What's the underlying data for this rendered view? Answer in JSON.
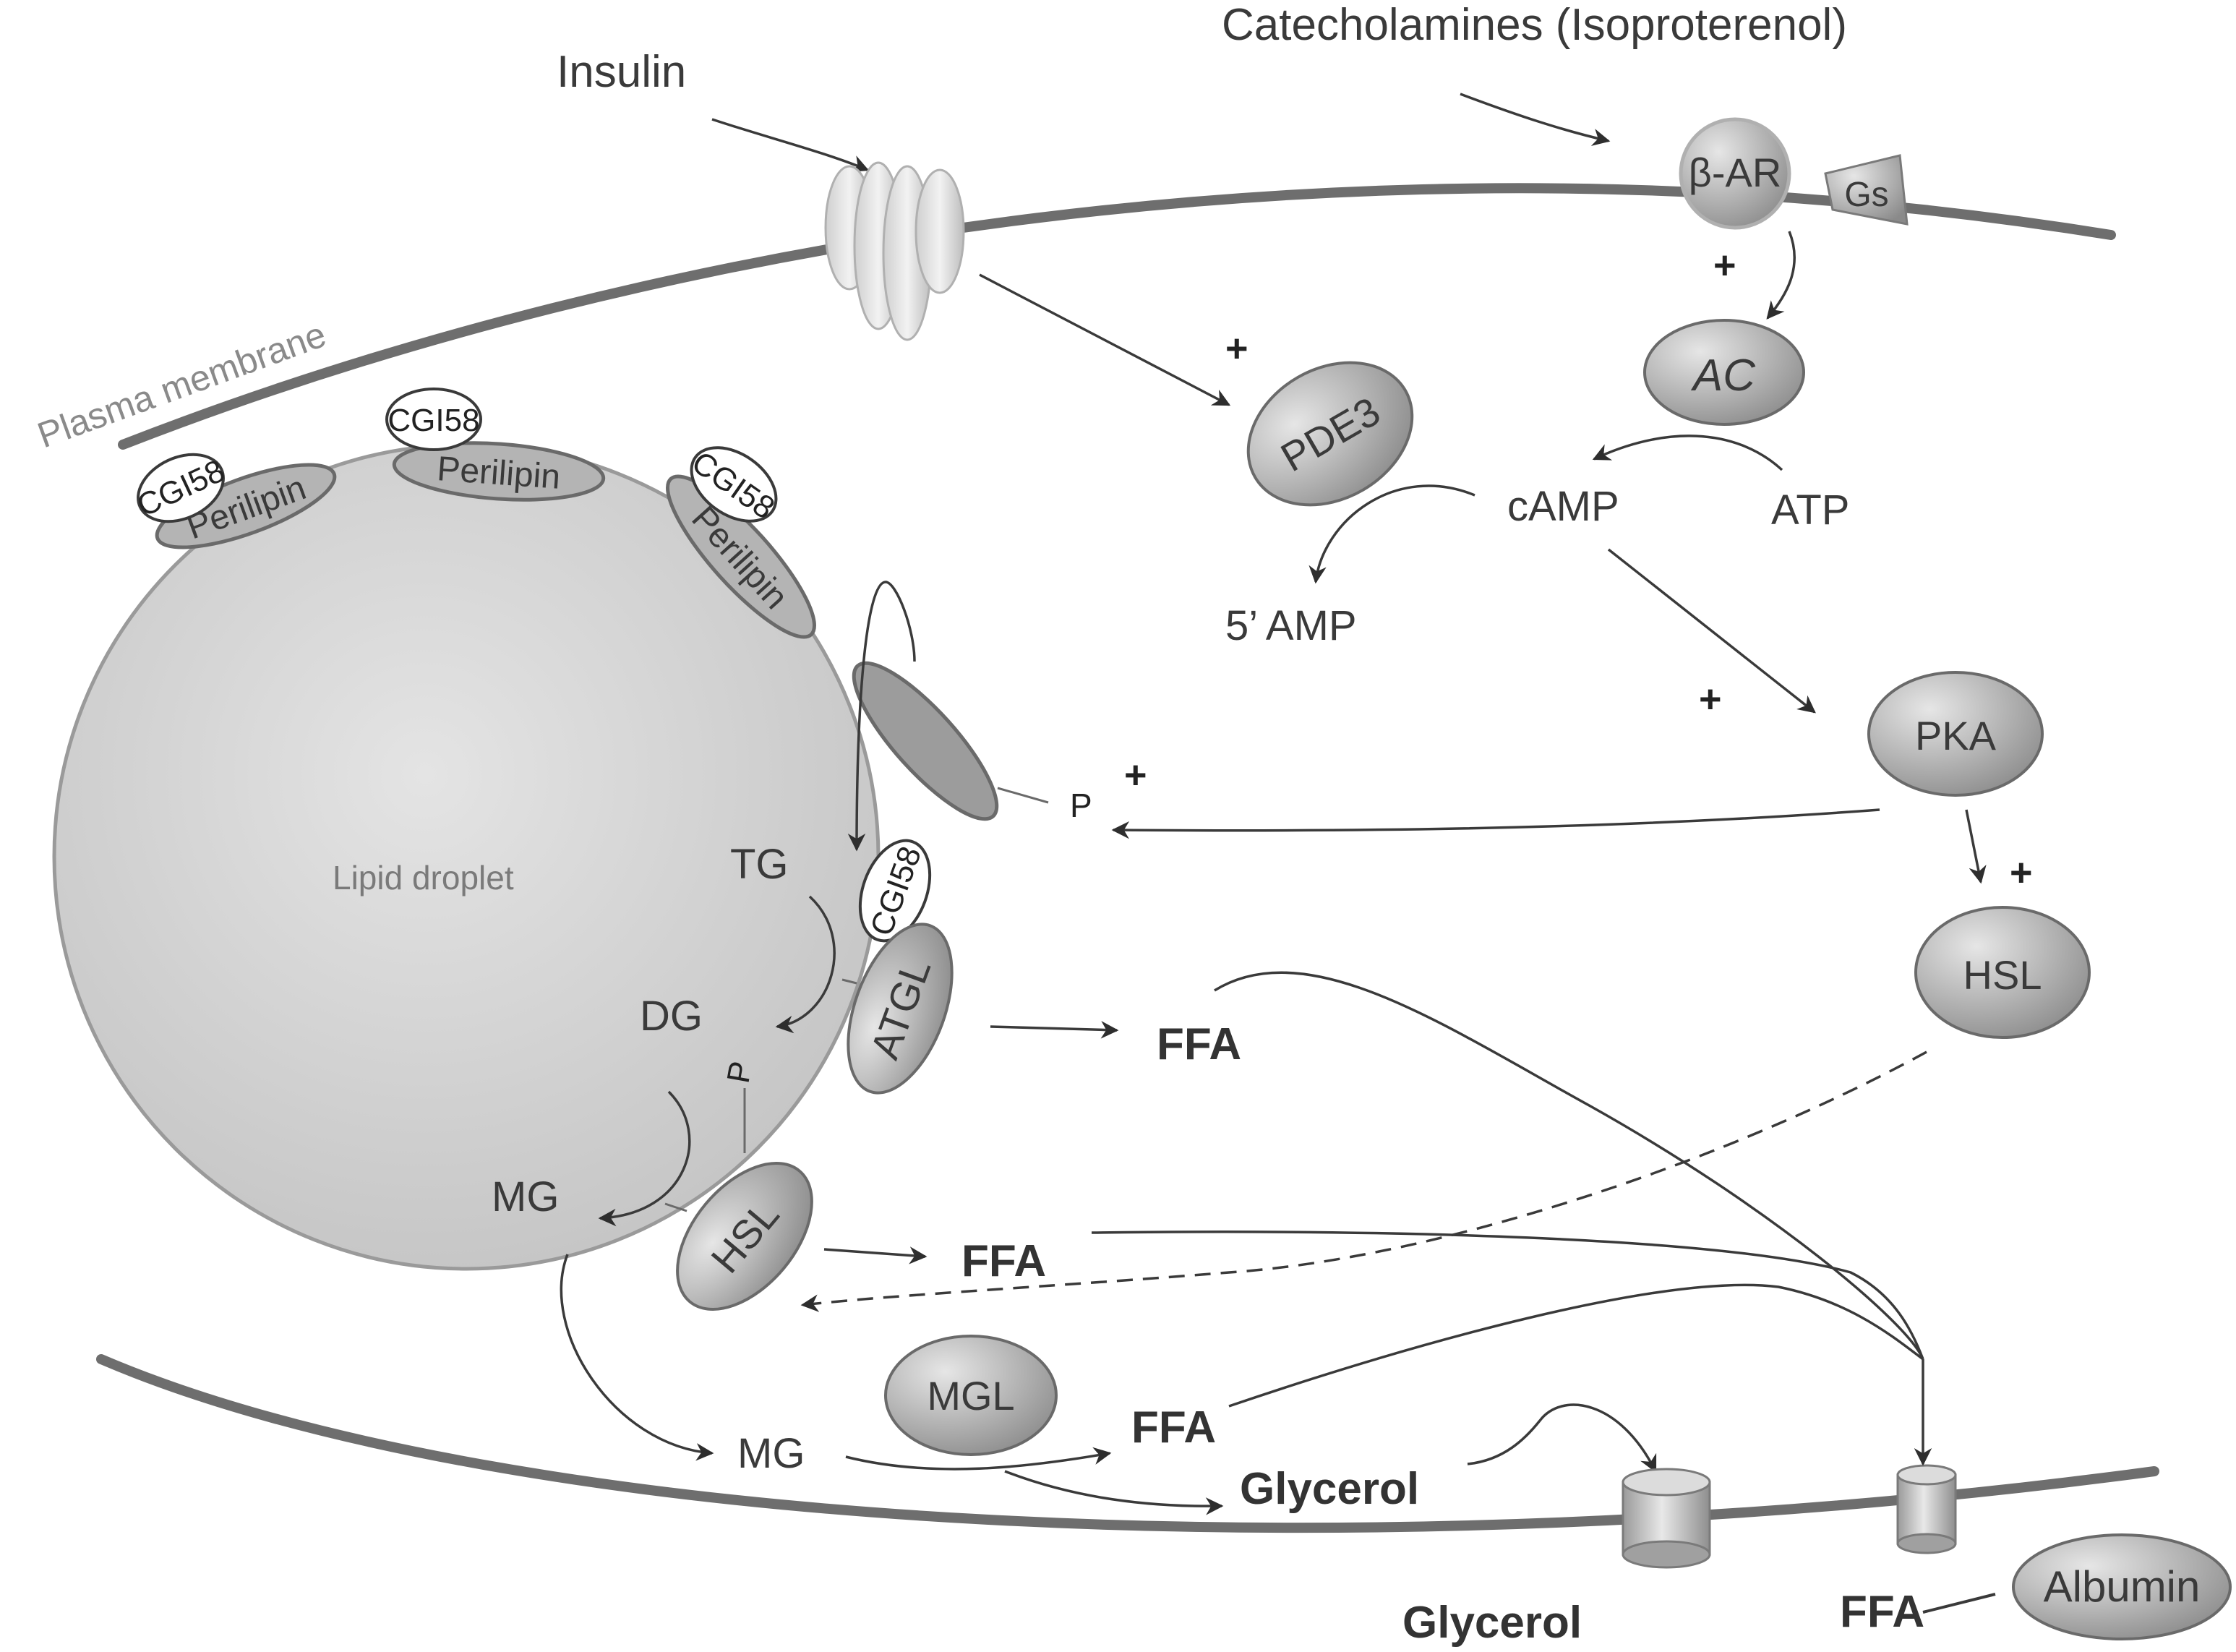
{
  "labels": {
    "insulin": "Insulin",
    "catecholamines": "Catecholamines (Isoproterenol)",
    "plasma_membrane": "Plasma membrane",
    "lipid_droplet": "Lipid droplet",
    "beta_ar": "β-AR",
    "gs": "Gs",
    "ac": "AC",
    "pde3": "PDE3",
    "camp": "cAMP",
    "atp": "ATP",
    "five_amp": "5’ AMP",
    "pka": "PKA",
    "hsl_cyto": "HSL",
    "hsl_droplet": "HSL",
    "atgl": "ATGL",
    "mgl": "MGL",
    "tg": "TG",
    "dg": "DG",
    "mg_droplet": "MG",
    "mg_bottom": "MG",
    "ffa_atgl": "FFA",
    "ffa_hsl": "FFA",
    "ffa_mgl": "FFA",
    "ffa_out": "FFA",
    "glycerol_in": "Glycerol",
    "glycerol_out": "Glycerol",
    "albumin": "Albumin",
    "cgi58": "CGI58",
    "perilipin": "Perilipin",
    "phospho": "P",
    "plus": "+"
  },
  "colors": {
    "membrane": "#6e6e6e",
    "droplet": "#d0d0d0",
    "enzyme": "#a8a8a8",
    "text": "#3a3a3a"
  }
}
